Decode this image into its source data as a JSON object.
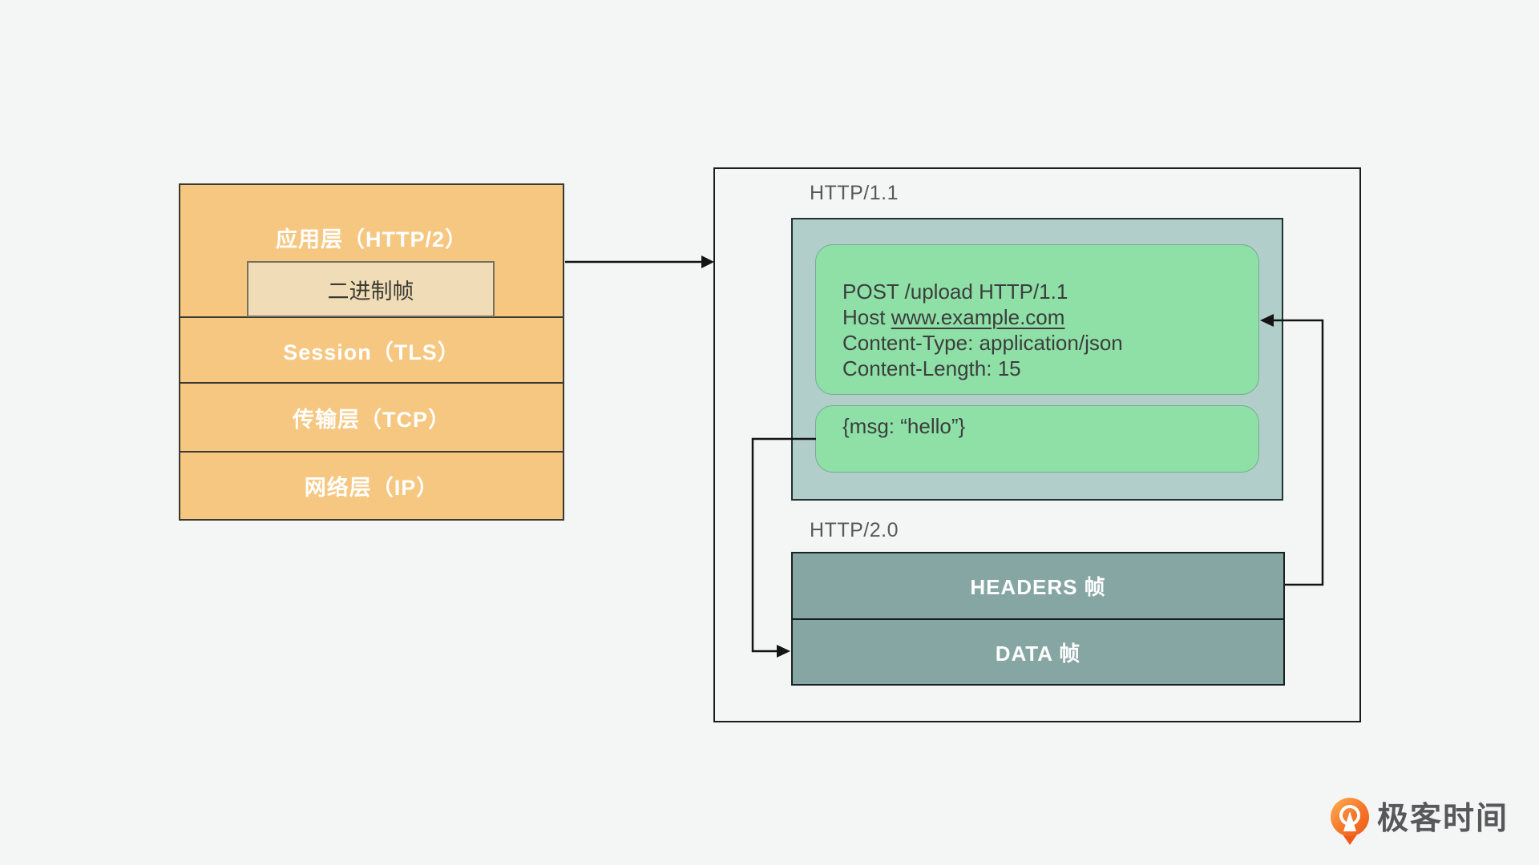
{
  "colors": {
    "background": "#f4f5f5",
    "stack_fill": "#f6c781",
    "stack_border": "#3a3931",
    "binary_frame_fill": "#f0ddb7",
    "http11_container_fill": "#b2cecb",
    "request_box_fill": "#8ee0a7",
    "frame_bar_fill": "#85a6a2",
    "panel_border": "#1c1c1c",
    "connector": "#141414",
    "section_label_gray": "#58595a",
    "logo_orange": "#ef5a17",
    "logo_text_gray": "#57585a"
  },
  "stack": {
    "layers": [
      {
        "label": "应用层（HTTP/2）"
      },
      {
        "label": "Session（TLS）"
      },
      {
        "label": "传输层（TCP）"
      },
      {
        "label": "网络层（IP）"
      }
    ],
    "binary_frame": "二进制帧"
  },
  "http11": {
    "title": "HTTP/1.1",
    "request_line": "POST /upload HTTP/1.1",
    "host_label": "Host ",
    "host_value": "www.example.com",
    "content_type": "Content-Type: application/json",
    "content_length": "Content-Length: 15",
    "body": "{msg: “hello”}"
  },
  "http2": {
    "title": "HTTP/2.0",
    "frames": [
      {
        "label": "HEADERS 帧"
      },
      {
        "label": "DATA 帧"
      }
    ]
  },
  "logo": {
    "icon": "geektime-pin-icon",
    "text": "极客时间"
  }
}
